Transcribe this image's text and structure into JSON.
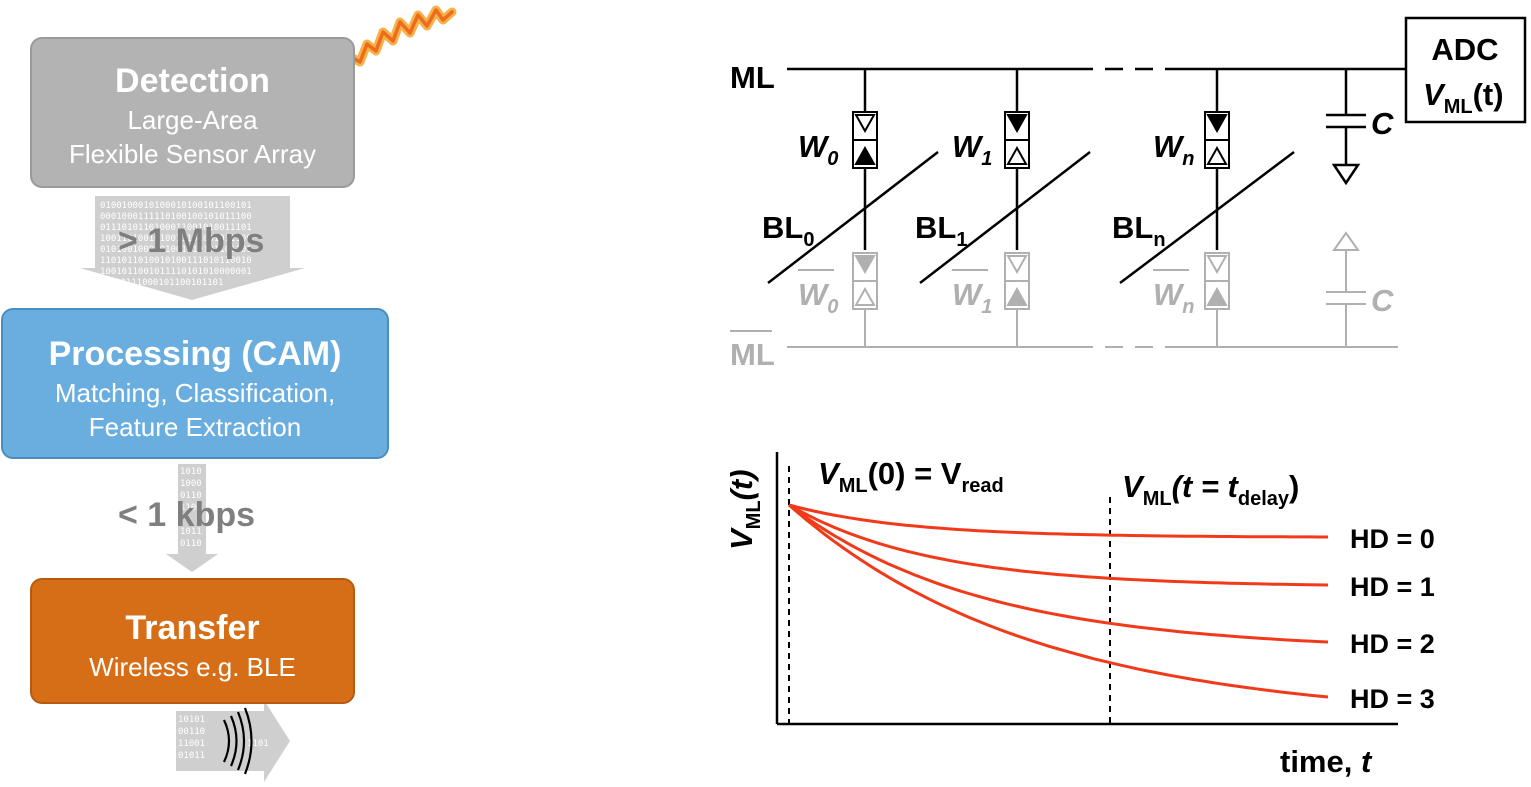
{
  "pipeline": {
    "detection": {
      "title": "Detection",
      "line1": "Large-Area",
      "line2": "Flexible Sensor Array"
    },
    "rate1": "> 1 Mbps",
    "processing": {
      "title": "Processing (CAM)",
      "line1": "Matching, Classification,",
      "line2": "Feature Extraction"
    },
    "rate2": "< 1 kbps",
    "transfer": {
      "title": "Transfer",
      "line1": "Wireless e.g. BLE"
    }
  },
  "circuit": {
    "ml": "ML",
    "ml_bar": "ML",
    "adc_line1": "ADC",
    "adc_v": "V",
    "adc_sub": "ML",
    "adc_arg": "(t)",
    "w0": "W",
    "w0_sub": "0",
    "w1": "W",
    "w1_sub": "1",
    "wn": "W",
    "wn_sub": "n",
    "bl0": "BL",
    "bl0_sub": "0",
    "bl1": "BL",
    "bl1_sub": "1",
    "bln": "BL",
    "bln_sub": "n",
    "cap": "C",
    "cap_bar": "C"
  },
  "plot": {
    "ylabel_v": "V",
    "ylabel_sub": "ML",
    "ylabel_arg": "(t)",
    "ann_start_v": "V",
    "ann_start_sub": "ML",
    "ann_start_rest": "(0) = V",
    "ann_start_sub2": "read",
    "ann_delay_v": "V",
    "ann_delay_sub": "ML",
    "ann_delay_rest": "(t = t",
    "ann_delay_sub2": "delay",
    "ann_delay_close": ")",
    "xlabel": "time,",
    "xlabel_var": "t",
    "curves": [
      "HD = 0",
      "HD = 1",
      "HD = 2",
      "HD = 3"
    ],
    "curve_color": "#f03a1a"
  },
  "colors": {
    "detection": "#b3b3b3",
    "processing": "#6aaee0",
    "transfer": "#d56e17",
    "grey_arrow": "#cfcfcf",
    "signal": "#f28a1e"
  }
}
